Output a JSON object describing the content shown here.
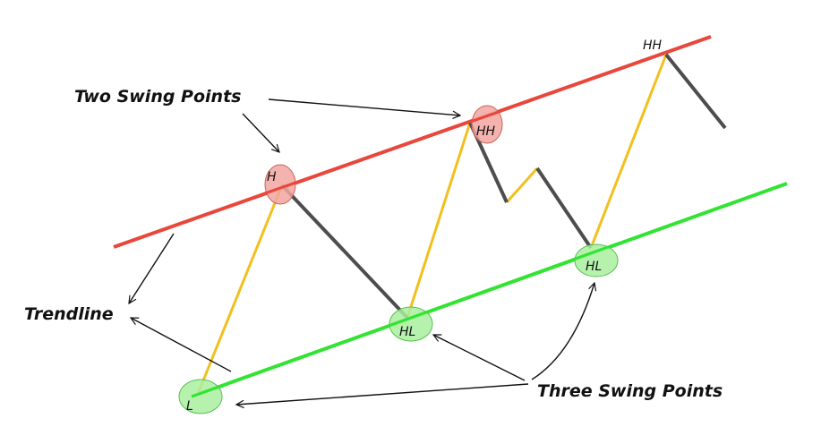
{
  "labels": {
    "two_swing_points": "Two Swing Points",
    "trendline": "Trendline",
    "three_swing_points": "Three Swing Points"
  },
  "points": {
    "l": "L",
    "h": "H",
    "hl1": "HL",
    "hh1": "HH",
    "hl2": "HL",
    "hh2": "HH"
  },
  "colors": {
    "resistance_line": "#e8473c",
    "support_line": "#33e333",
    "up_leg": "#f2c01e",
    "down_leg": "#4d4d4d",
    "high_marker_fill": "#f2a6a0",
    "low_marker_fill": "#a9f0a0",
    "arrow": "#111111"
  }
}
